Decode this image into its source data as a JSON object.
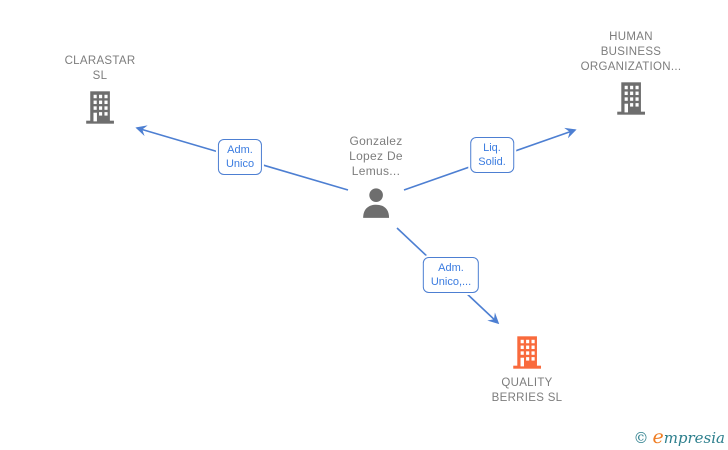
{
  "colors": {
    "edge": "#4d7fd2",
    "edge_label": "#3b7ce0",
    "company_label": "#7d7d7d",
    "icon_gray": "#6e6e6e",
    "icon_orange": "#f96a3c",
    "logo_teal": "#2d7f8d",
    "logo_orange": "#ef7d23"
  },
  "nodes": {
    "clarastar": {
      "lines": [
        "CLARASTAR",
        "SL"
      ]
    },
    "human": {
      "lines": [
        "HUMAN",
        "BUSINESS",
        "ORGANIZATION..."
      ]
    },
    "person": {
      "lines": [
        "Gonzalez",
        "Lopez De",
        "Lemus..."
      ]
    },
    "quality": {
      "lines": [
        "QUALITY",
        "BERRIES SL"
      ]
    }
  },
  "edges": {
    "adm_unico": {
      "lines": [
        "Adm.",
        "Unico"
      ]
    },
    "liq_solid": {
      "lines": [
        "Liq.",
        "Solid."
      ]
    },
    "adm_unico2": {
      "lines": [
        "Adm.",
        "Unico,..."
      ]
    }
  },
  "watermark": {
    "copyright": "©",
    "brand_lead": "e",
    "brand_rest": "mpresia"
  }
}
